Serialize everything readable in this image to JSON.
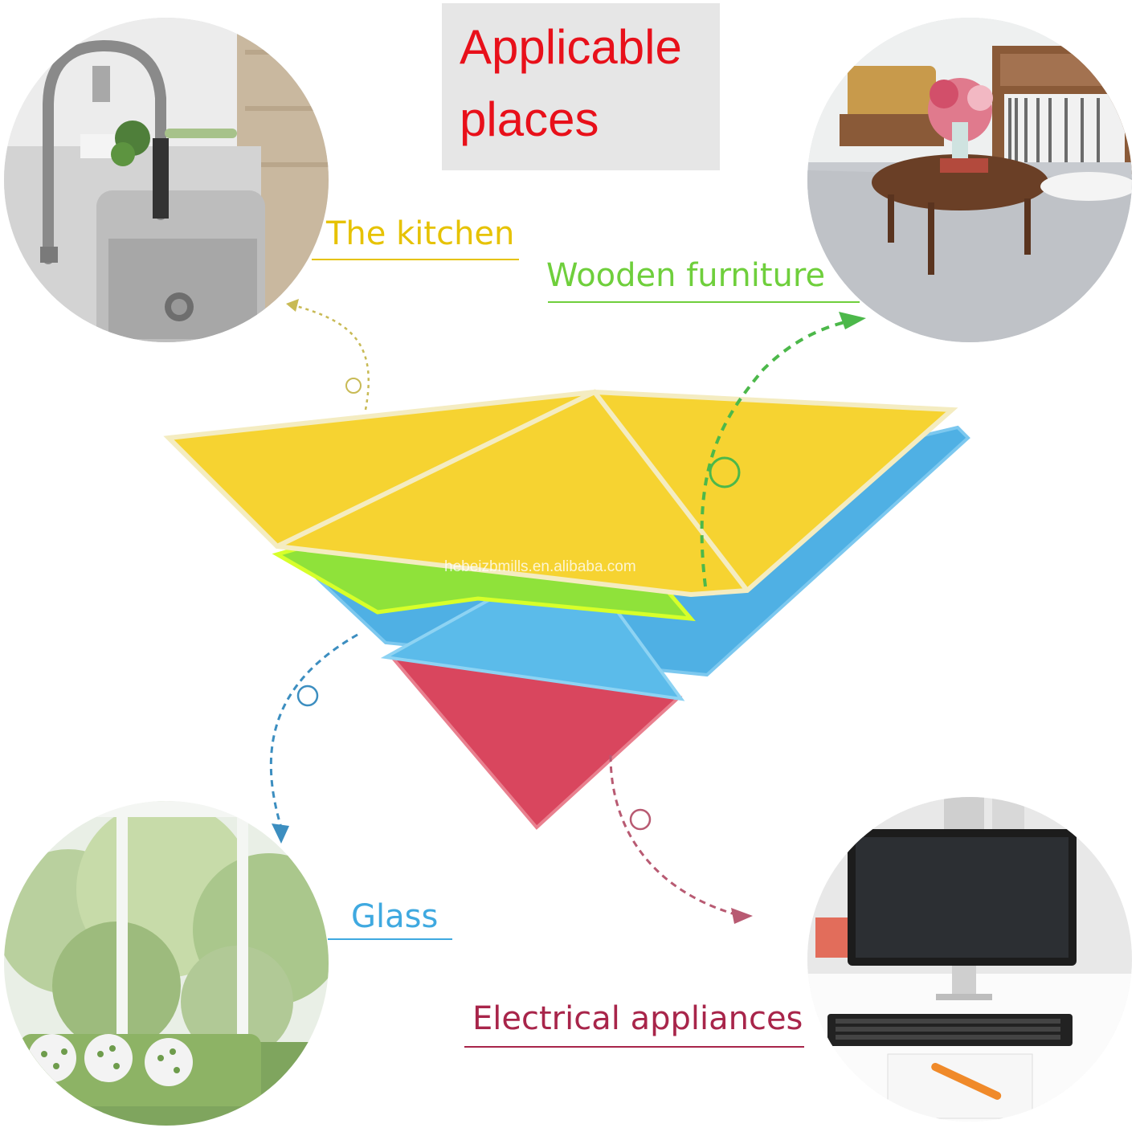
{
  "title": "Applicable\nplaces",
  "labels": {
    "kitchen": "The kitchen",
    "wooden_furniture": "Wooden furniture",
    "glass": "Glass",
    "electrical": "Electrical appliances"
  },
  "watermark": "hebeizbmills.en.alibaba.com",
  "colors": {
    "title": "#e8101a",
    "kitchen": "#e6c200",
    "wooden_furniture": "#6fcf3c",
    "glass": "#3fa9e0",
    "electrical": "#a8254a",
    "cloth_yellow": "#f6d331",
    "cloth_green": "#8fe23a",
    "cloth_blue": "#56b8ea",
    "cloth_red": "#d9465e"
  },
  "icons": [
    "kitchen-sink-photo",
    "living-room-photo",
    "window-glass-photo",
    "computer-desk-photo"
  ]
}
